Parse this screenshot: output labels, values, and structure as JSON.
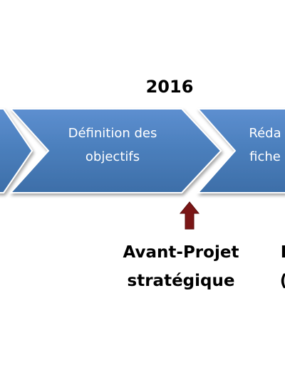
{
  "timeline": {
    "year": "2016",
    "steps": [
      {
        "line1": "",
        "line2": ""
      },
      {
        "line1": "Définition des",
        "line2": "objectifs"
      },
      {
        "line1": "Réda",
        "line2": "fiche"
      }
    ],
    "milestones": [
      {
        "line1": "Avant-Projet",
        "line2": "stratégique"
      },
      {
        "line1": "I",
        "line2": "("
      }
    ]
  },
  "colors": {
    "chevron_fill": "#4a7ebb",
    "chevron_edge": "#3a6aa0",
    "arrow_fill": "#7a1616",
    "text_light": "#ffffff",
    "text_dark": "#000000"
  }
}
